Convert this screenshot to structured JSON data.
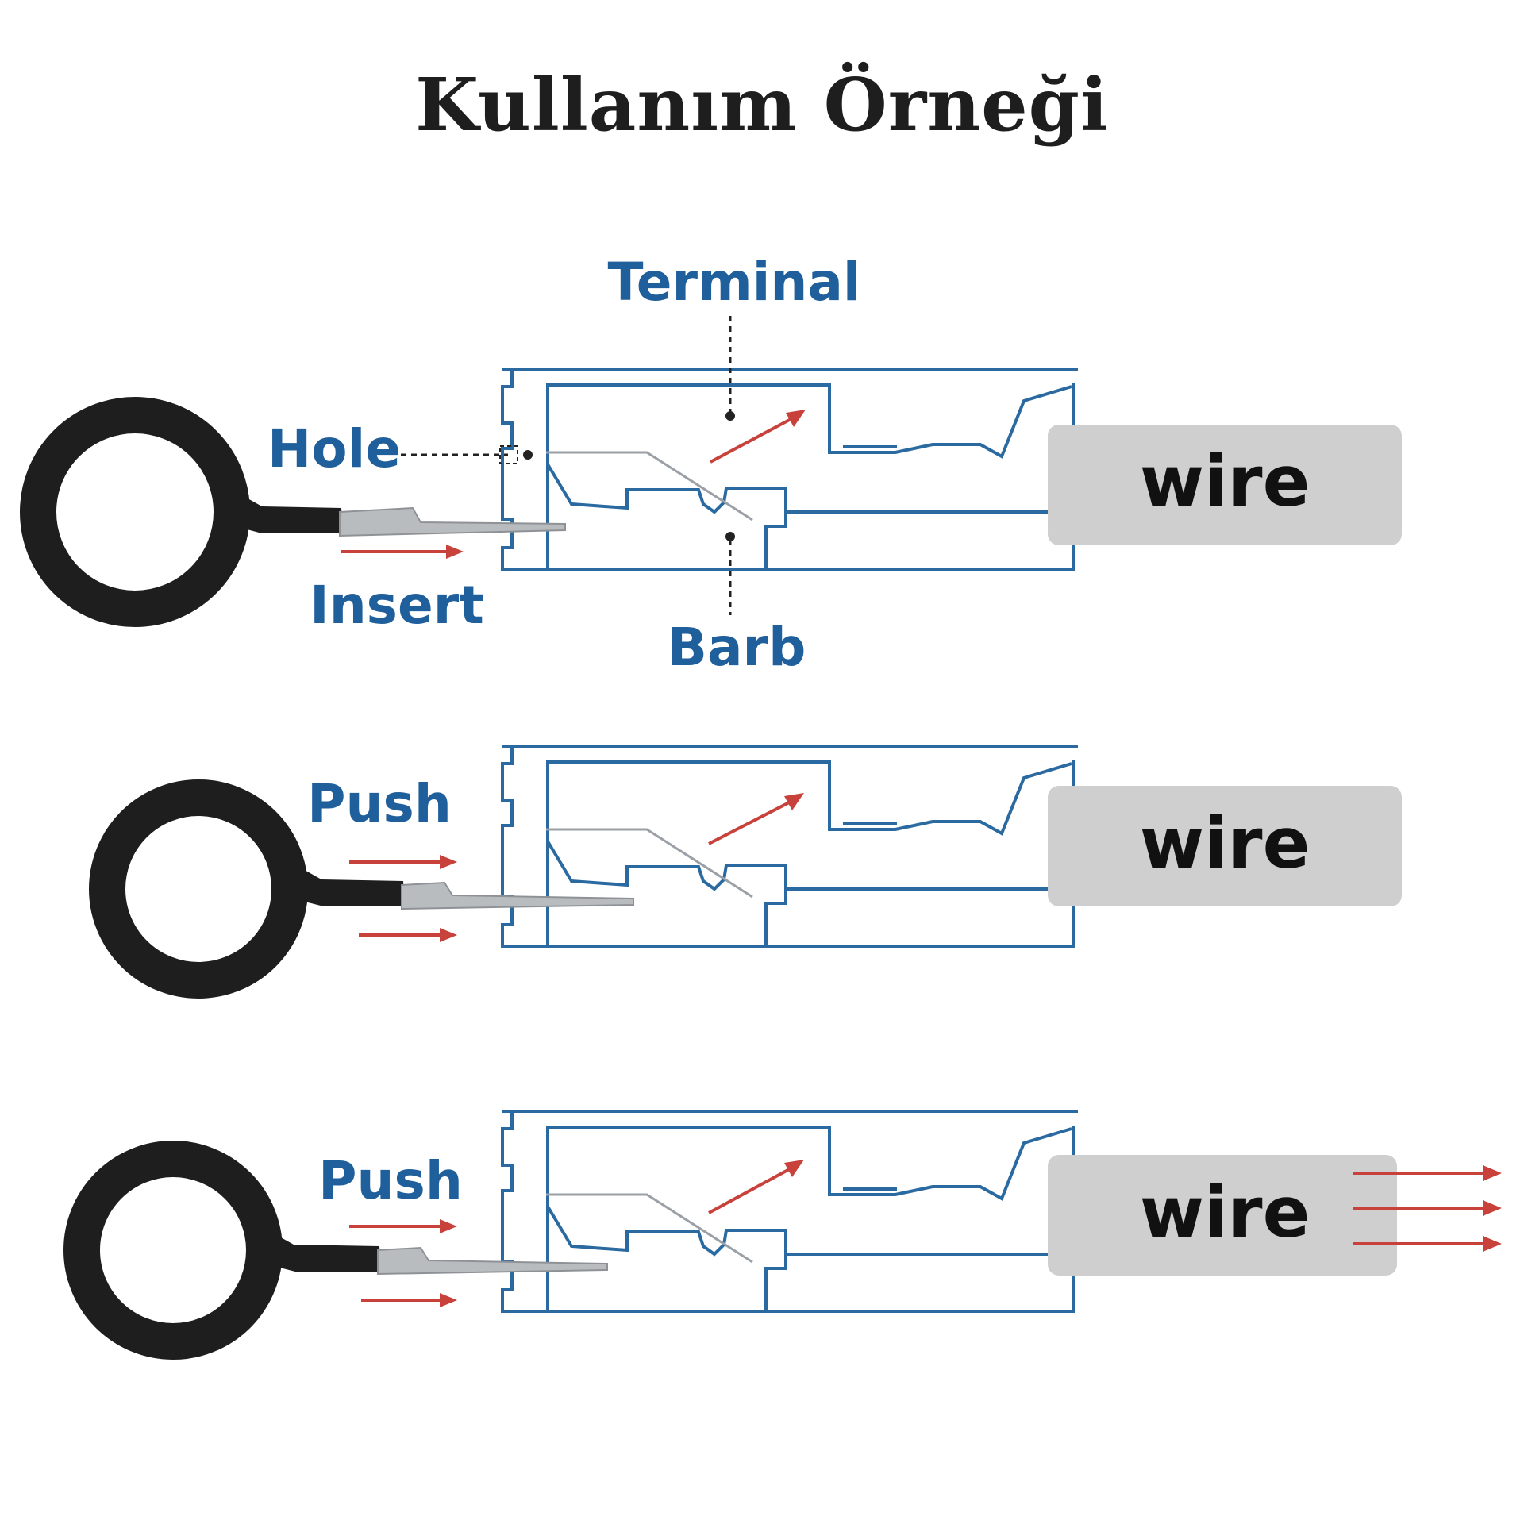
{
  "title": "Kullanım Örneği",
  "colors": {
    "outline": "#2a6aa0",
    "label": "#1f5f9b",
    "arrow": "#c8413b",
    "tool": "#1e1e1e",
    "wire_box": "#cfcfcf"
  },
  "panels": [
    {
      "labels": {
        "terminal": "Terminal",
        "hole": "Hole",
        "insert": "Insert",
        "barb": "Barb",
        "wire": "wire"
      }
    },
    {
      "labels": {
        "push": "Push",
        "wire": "wire"
      }
    },
    {
      "labels": {
        "push": "Push",
        "wire": "wire"
      }
    }
  ]
}
